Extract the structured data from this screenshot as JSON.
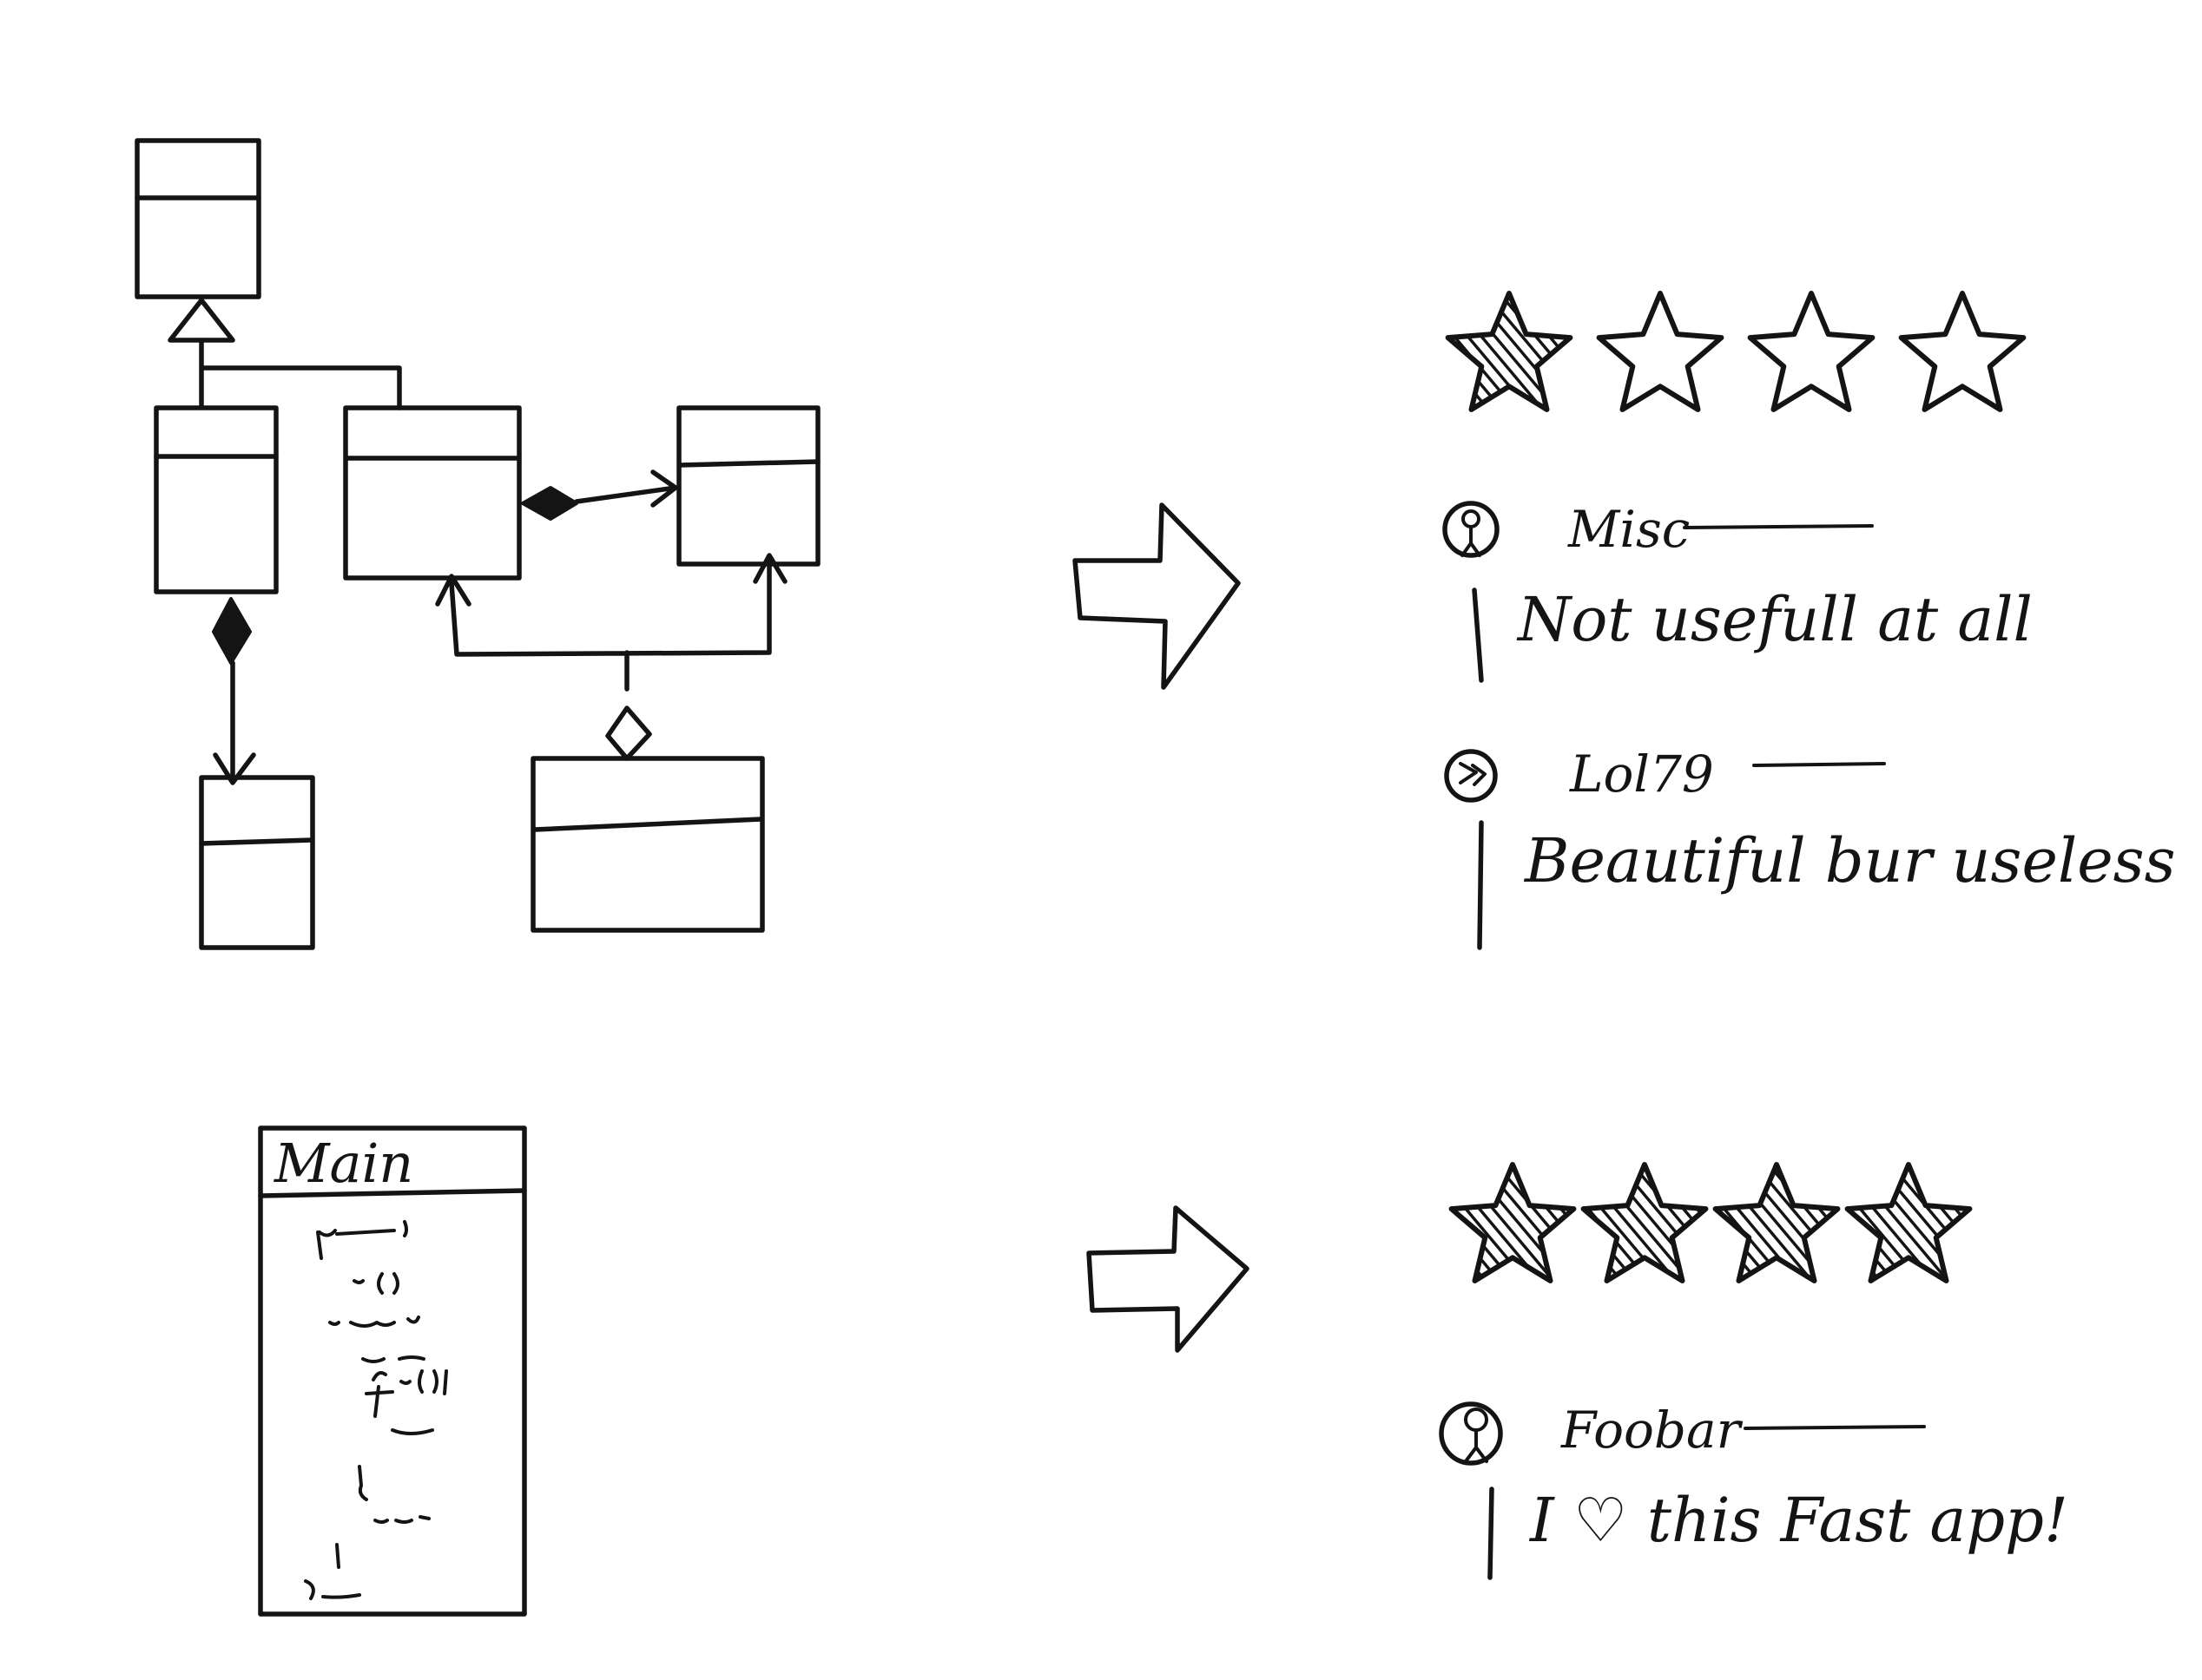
{
  "uml_sketch": {
    "class_boxes": 6,
    "relations": [
      "generalization",
      "composition",
      "composition",
      "aggregation",
      "association"
    ]
  },
  "code_sketch": {
    "title": "Main"
  },
  "panels": [
    {
      "rating": {
        "filled": 1,
        "max": 4
      },
      "reviews": [
        {
          "author": "Misc",
          "comment": "Not usefull at all"
        },
        {
          "author": "Lol79",
          "comment": "Beautiful bur useless"
        }
      ]
    },
    {
      "rating": {
        "filled": 4,
        "max": 4
      },
      "reviews": [
        {
          "author": "Foobar",
          "comment": "I ♡ this Fast app!"
        }
      ]
    }
  ],
  "icons": {
    "arrow": "right-arrow-icon",
    "star": "star-icon",
    "avatar": "avatar-icon",
    "heart": "heart-icon"
  },
  "colors": {
    "ink": "#141414",
    "paper": "#ffffff"
  }
}
